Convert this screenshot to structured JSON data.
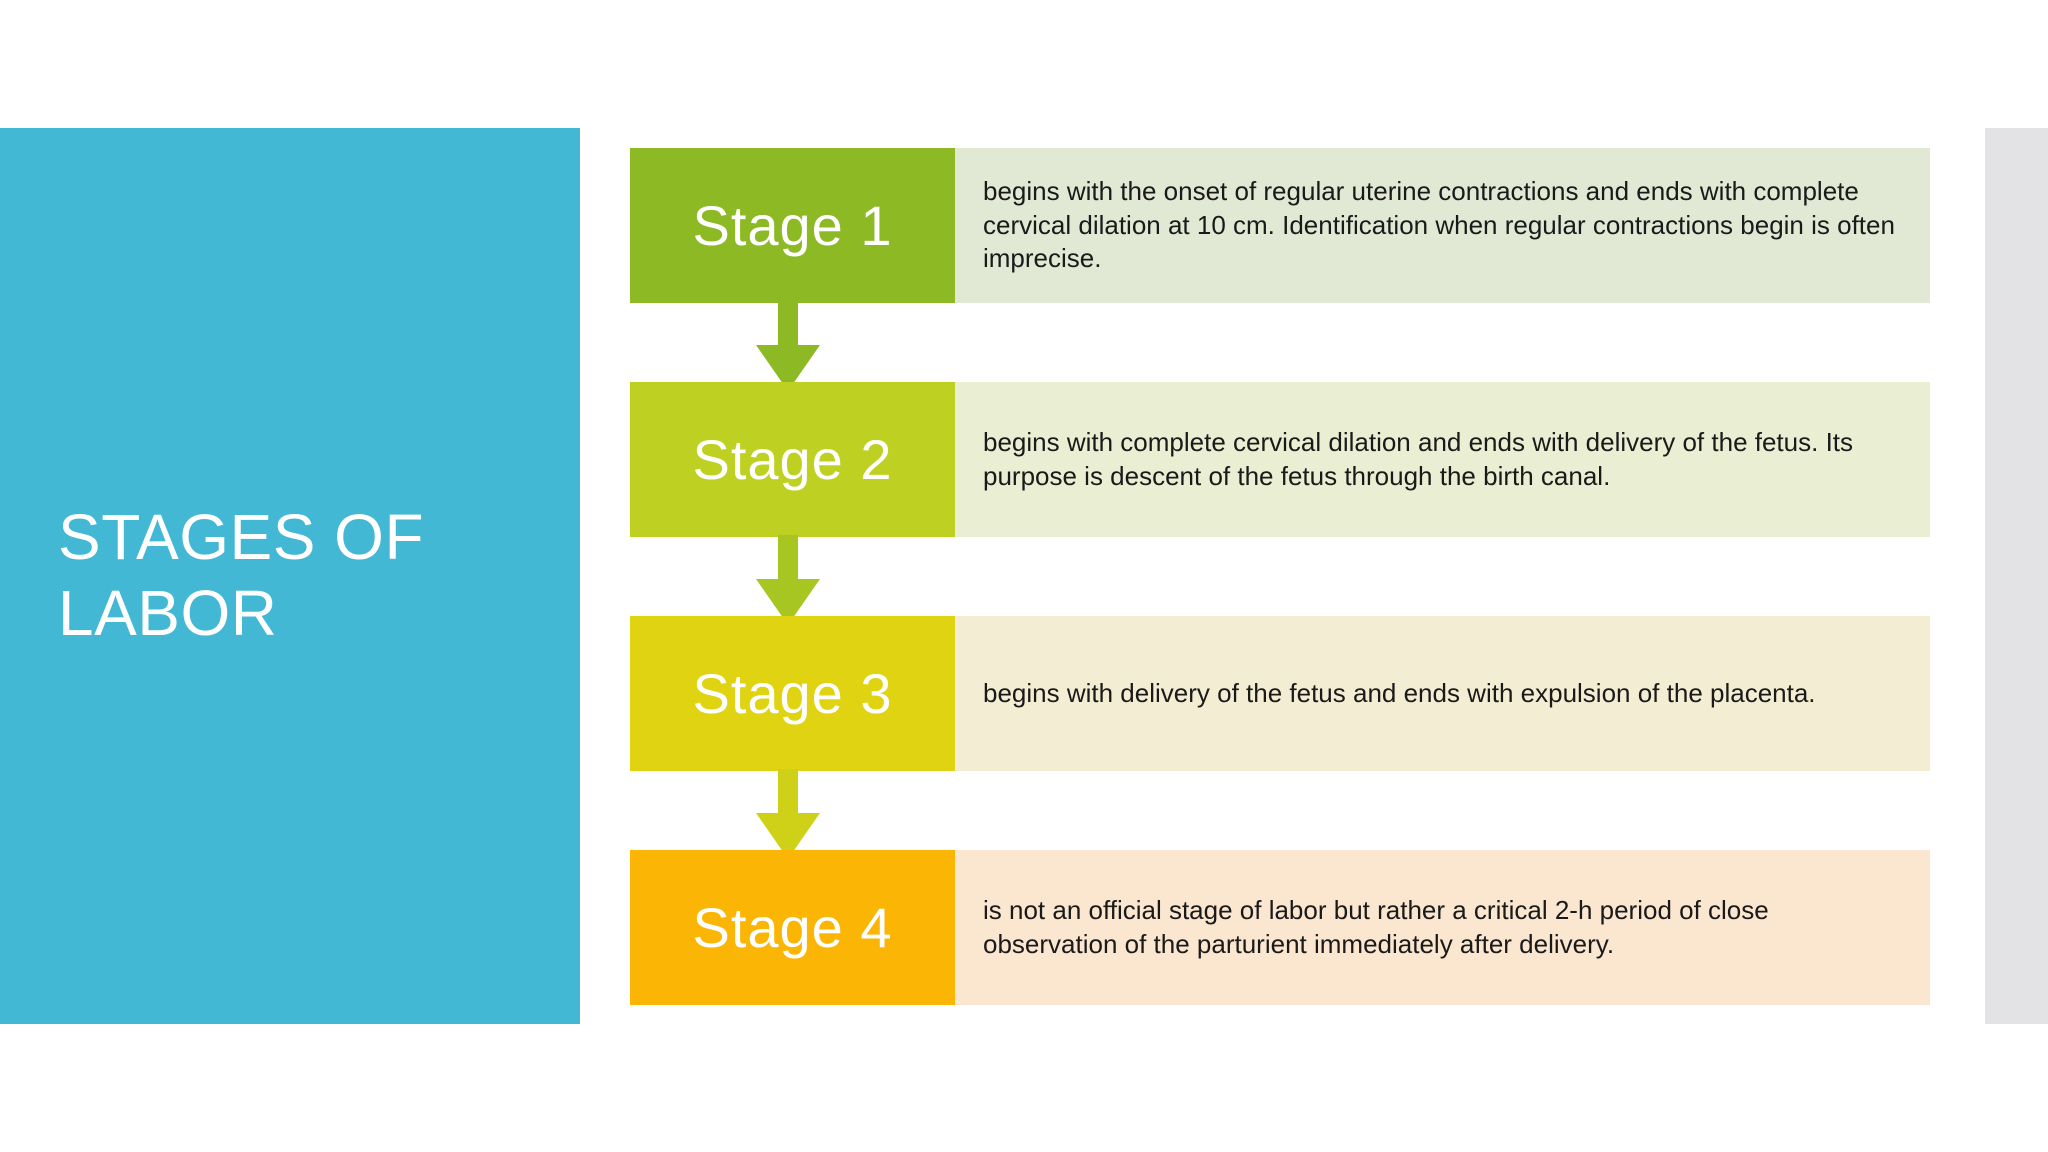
{
  "slide": {
    "title": "STAGES OF LABOR",
    "title_panel_color": "#42b8d4",
    "background_color": "#ffffff",
    "right_panel_color": "#e3e2e5"
  },
  "stages": [
    {
      "label": "Stage 1",
      "text": "begins with the onset of regular uterine contractions and ends with complete cervical dilation at 10 cm. Identification when regular contractions begin is often imprecise.",
      "box_color": "#8cb924",
      "panel_color": "#e1e8d4",
      "arrow_color": "#8cb924"
    },
    {
      "label": "Stage 2",
      "text": "begins with complete cervical dilation and ends with delivery of the fetus. Its purpose is descent of the fetus through the birth canal.",
      "box_color": "#bed122",
      "panel_color": "#eaeed2",
      "arrow_color": "#a8c621"
    },
    {
      "label": "Stage 3",
      "text": "begins with delivery of the fetus and ends with expulsion of the placenta.",
      "box_color": "#e0d312",
      "panel_color": "#f3eed3",
      "arrow_color": "#cfd118"
    },
    {
      "label": "Stage 4",
      "text": "is not an official stage of labor but rather a critical 2-h period of close observation of the parturient immediately after delivery.",
      "box_color": "#fbb605",
      "panel_color": "#fbe6d0",
      "arrow_color": ""
    }
  ]
}
